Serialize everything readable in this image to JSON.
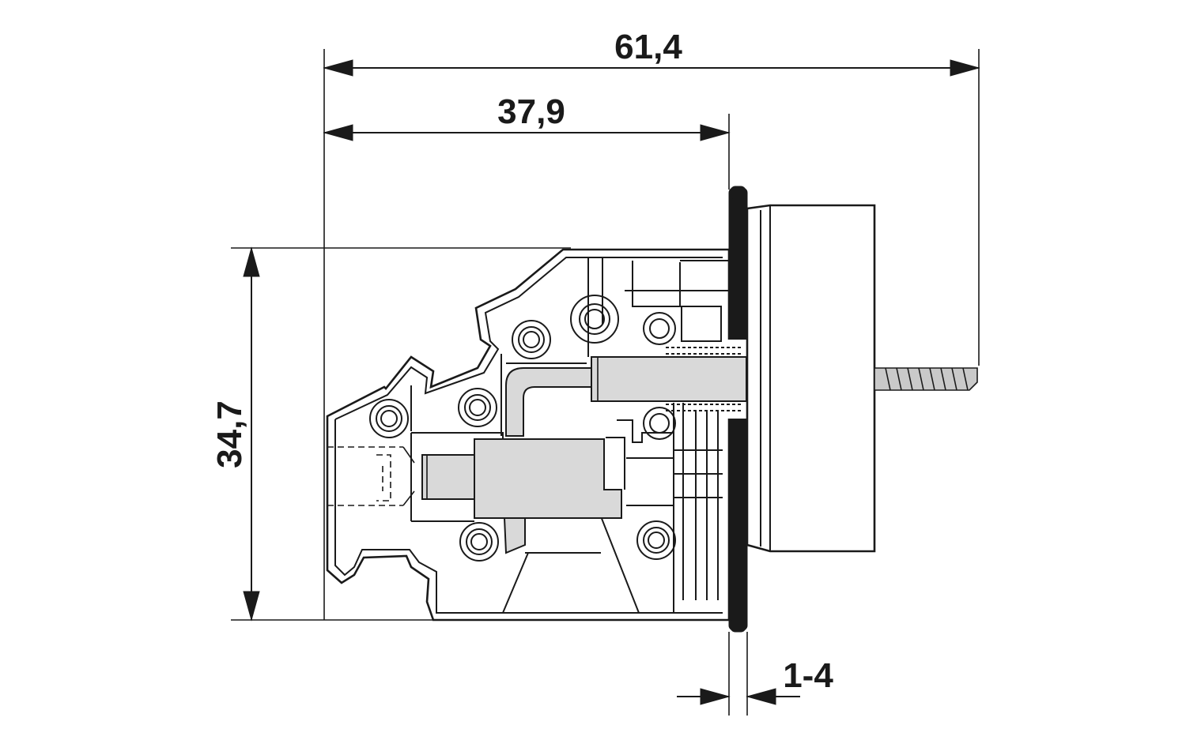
{
  "dimensions": {
    "overall_length": "61,4",
    "front_length": "37,9",
    "height": "34,7",
    "panel_thickness": "1-4"
  }
}
